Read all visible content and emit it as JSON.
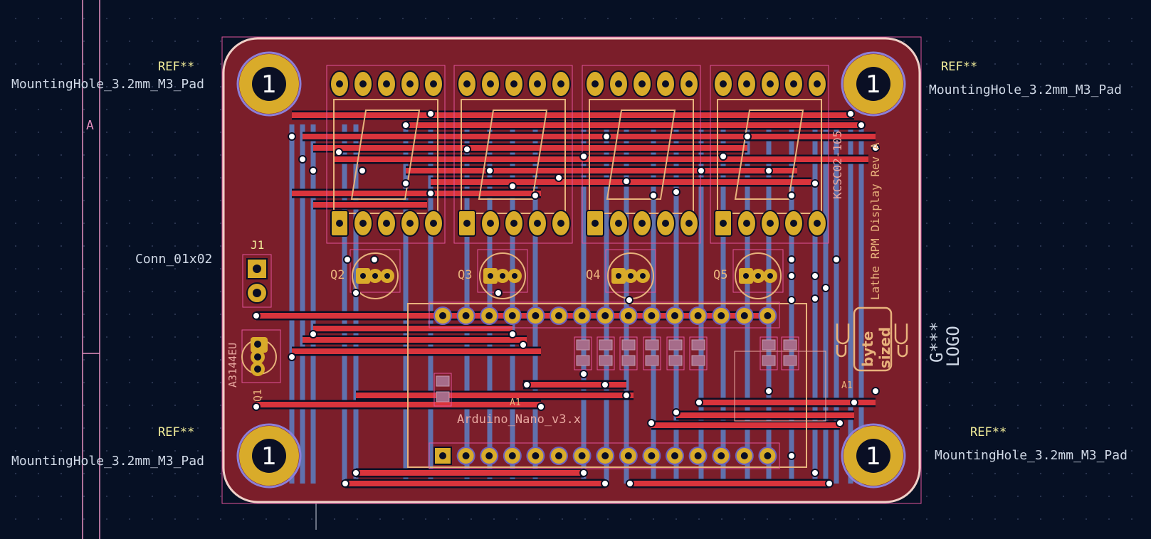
{
  "colors": {
    "background": "#061024",
    "board_fill": "#7b1e2a",
    "copper_front": "#d9343c",
    "copper_back": "#5c80c4",
    "pad_gold": "#d9ab2a",
    "silkscreen": "#e8b27c",
    "courtyard": "#e0539a",
    "fab_layer": "#e8a8a0"
  },
  "labels": {
    "mh_tl_ref": "REF**",
    "mh_tl_val": "MountingHole_3.2mm_M3_Pad",
    "mh_tr_ref": "REF**",
    "mh_tr_val": "MountingHole_3.2mm_M3_Pad",
    "mh_bl_ref": "REF**",
    "mh_bl_val": "MountingHole_3.2mm_M3_Pad",
    "mh_br_ref": "REF**",
    "mh_br_val": "MountingHole_3.2mm_M3_Pad",
    "j1_ref": "J1",
    "j1_val": "Conn_01x02",
    "sheet_marker": "A",
    "hall_sensor": "A3144EU",
    "q1": "Q1",
    "q2": "Q2",
    "q3": "Q3",
    "q4": "Q4",
    "q5": "Q5",
    "a1_ref": "A1",
    "a1_ref_2": "A1",
    "arduino": "Arduino_Nano_v3.x",
    "display_part": "KCSC02-105",
    "board_title": "Lathe RPM Display Rev A",
    "logo_ref": "G***",
    "logo_val": "LOGO",
    "logo_text_1": "byte",
    "logo_text_2": "sized"
  },
  "mounting_hole_number": "1"
}
